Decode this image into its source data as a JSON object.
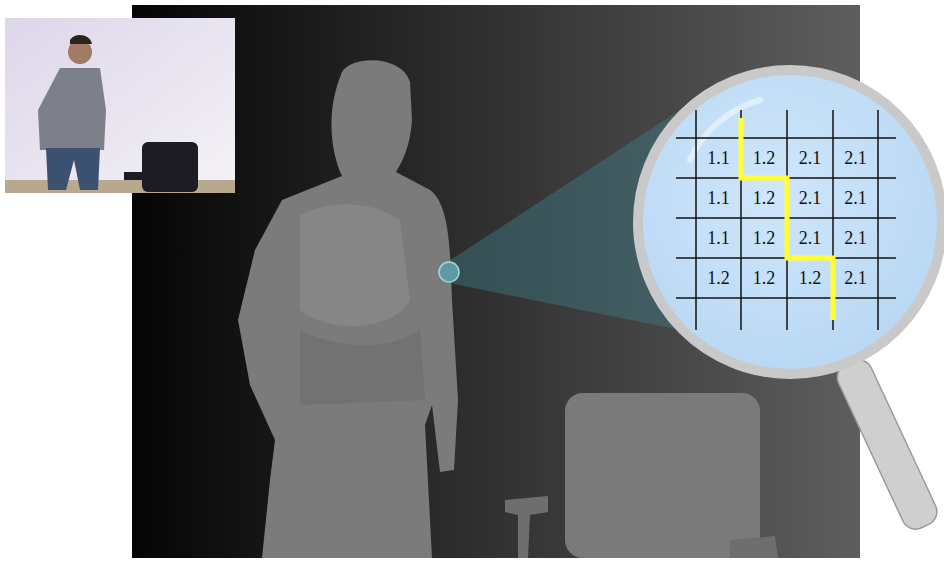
{
  "diagram": {
    "labels": [
      "1.1",
      "1.2",
      "2.1",
      "2.1",
      "1.1",
      "1.2",
      "2.1",
      "2.1",
      "1.1",
      "1.2",
      "2.1",
      "2.1",
      "1.2",
      "1.2",
      "1.2",
      "2.1"
    ]
  }
}
